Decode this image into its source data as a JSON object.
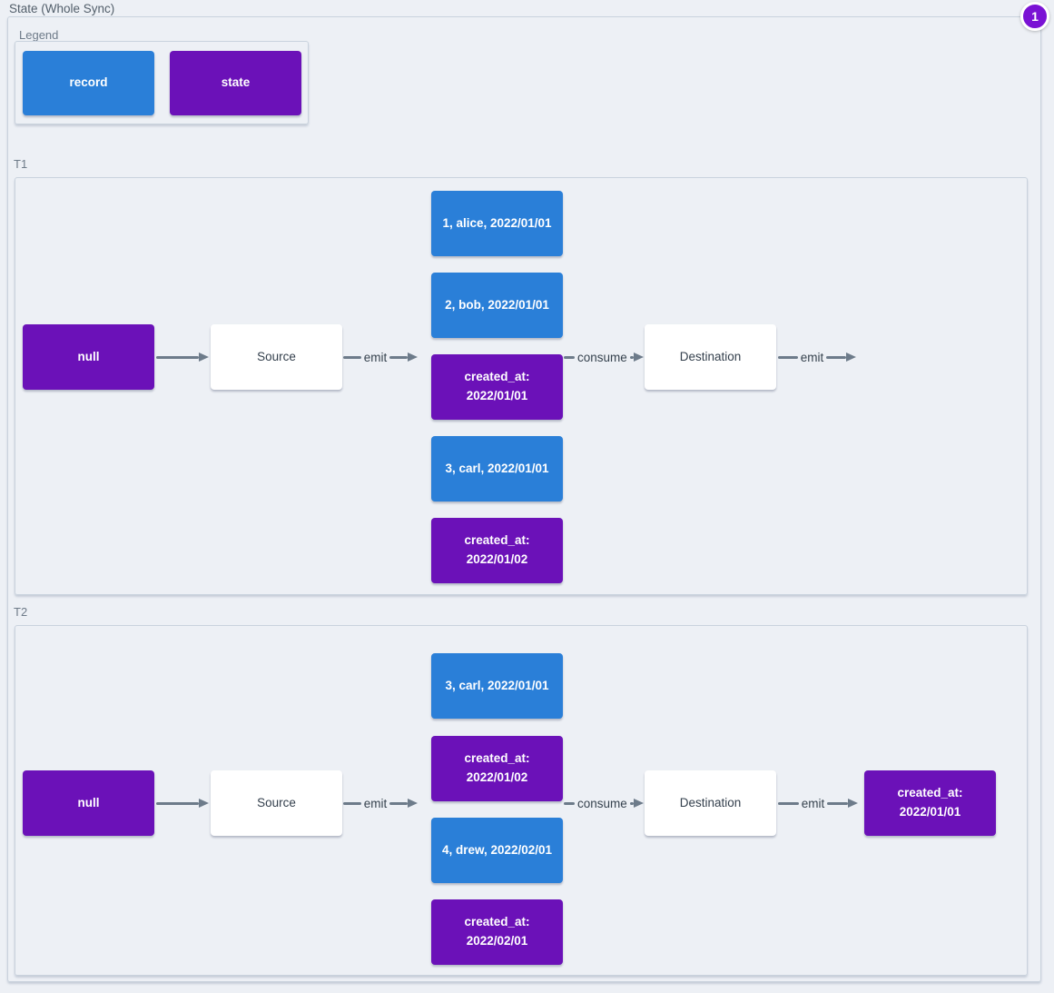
{
  "title": "State (Whole Sync)",
  "badge": {
    "value": "1"
  },
  "colors": {
    "record_blue": "#2a7fd8",
    "state_purple": "#6b11b8",
    "badge_purple": "#7a12d4",
    "background": "#edf0f5",
    "frame_border": "#c9d2dd",
    "arrow_gray": "#6d7b8a"
  },
  "legend": {
    "label": "Legend",
    "items": [
      {
        "label": "record",
        "type": "record"
      },
      {
        "label": "state",
        "type": "state"
      }
    ]
  },
  "sections": [
    {
      "label": "T1",
      "state_in": "null",
      "source": "Source",
      "destination": "Destination",
      "edges": {
        "emit_source": "emit",
        "consume": "consume",
        "emit_dest": "emit"
      },
      "records": [
        {
          "label": "1, alice, 2022/01/01",
          "type": "record"
        },
        {
          "label": "2, bob, 2022/01/01",
          "type": "record"
        },
        {
          "label": "created_at:\n2022/01/01",
          "type": "state"
        },
        {
          "label": "3, carl, 2022/01/01",
          "type": "record"
        },
        {
          "label": "created_at:\n2022/01/02",
          "type": "state"
        }
      ]
    },
    {
      "label": "T2",
      "state_in": "null",
      "source": "Source",
      "destination": "Destination",
      "edges": {
        "emit_source": "emit",
        "consume": "consume",
        "emit_dest": "emit"
      },
      "records": [
        {
          "label": "3, carl, 2022/01/01",
          "type": "record"
        },
        {
          "label": "created_at:\n2022/01/02",
          "type": "state"
        },
        {
          "label": "4, drew, 2022/02/01",
          "type": "record"
        },
        {
          "label": "created_at:\n2022/02/01",
          "type": "state"
        }
      ],
      "state_out": "created_at:\n2022/01/01"
    }
  ]
}
